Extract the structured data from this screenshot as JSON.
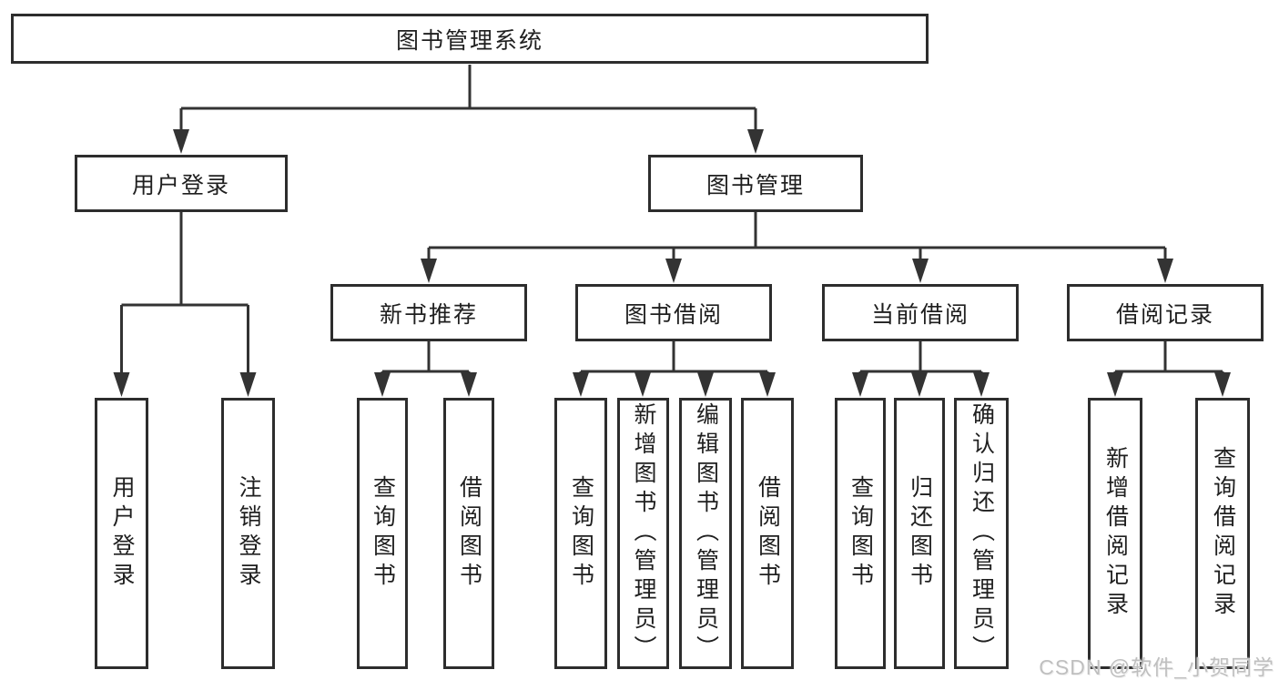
{
  "diagram_type": "hierarchy-tree",
  "colors": {
    "line": "#333333",
    "box_border": "#2d2d2d",
    "box_fill": "#ffffff",
    "text": "#1f1f1f",
    "watermark": "#bfbfbf",
    "background": "#ffffff"
  },
  "watermark": "CSDN @软件_小贺同学",
  "tree": {
    "label": "图书管理系统",
    "children": [
      {
        "label": "用户登录",
        "children": [
          {
            "label": "用户登录"
          },
          {
            "label": "注销登录"
          }
        ]
      },
      {
        "label": "图书管理",
        "children": [
          {
            "label": "新书推荐",
            "children": [
              {
                "label": "查询图书"
              },
              {
                "label": "借阅图书"
              }
            ]
          },
          {
            "label": "图书借阅",
            "children": [
              {
                "label": "查询图书"
              },
              {
                "label": "新增图书（管理员）"
              },
              {
                "label": "编辑图书（管理员）"
              },
              {
                "label": "借阅图书"
              }
            ]
          },
          {
            "label": "当前借阅",
            "children": [
              {
                "label": "查询图书"
              },
              {
                "label": "归还图书"
              },
              {
                "label": "确认归还（管理员）"
              }
            ]
          },
          {
            "label": "借阅记录",
            "children": [
              {
                "label": "新增借阅记录"
              },
              {
                "label": "查询借阅记录"
              }
            ]
          }
        ]
      }
    ]
  }
}
